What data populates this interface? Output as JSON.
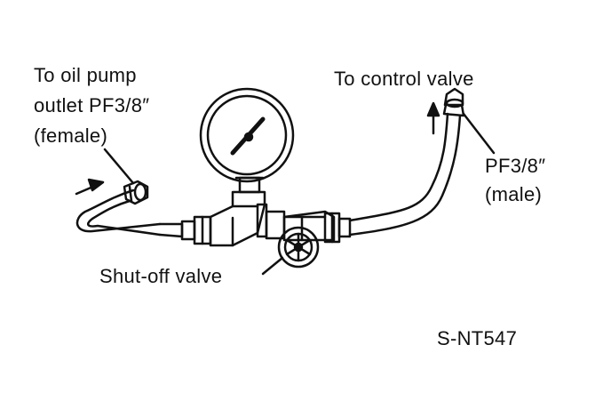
{
  "labels": {
    "oil_pump_line1": "To oil pump",
    "oil_pump_line2": "outlet PF3/8″",
    "oil_pump_line3": "(female)",
    "control_valve": "To control valve",
    "male_line1": "PF3/8″",
    "male_line2": "(male)",
    "shutoff_valve": "Shut-off valve",
    "figure_code": "S-NT547"
  },
  "colors": {
    "ink": "#111111",
    "paper": "#ffffff"
  }
}
